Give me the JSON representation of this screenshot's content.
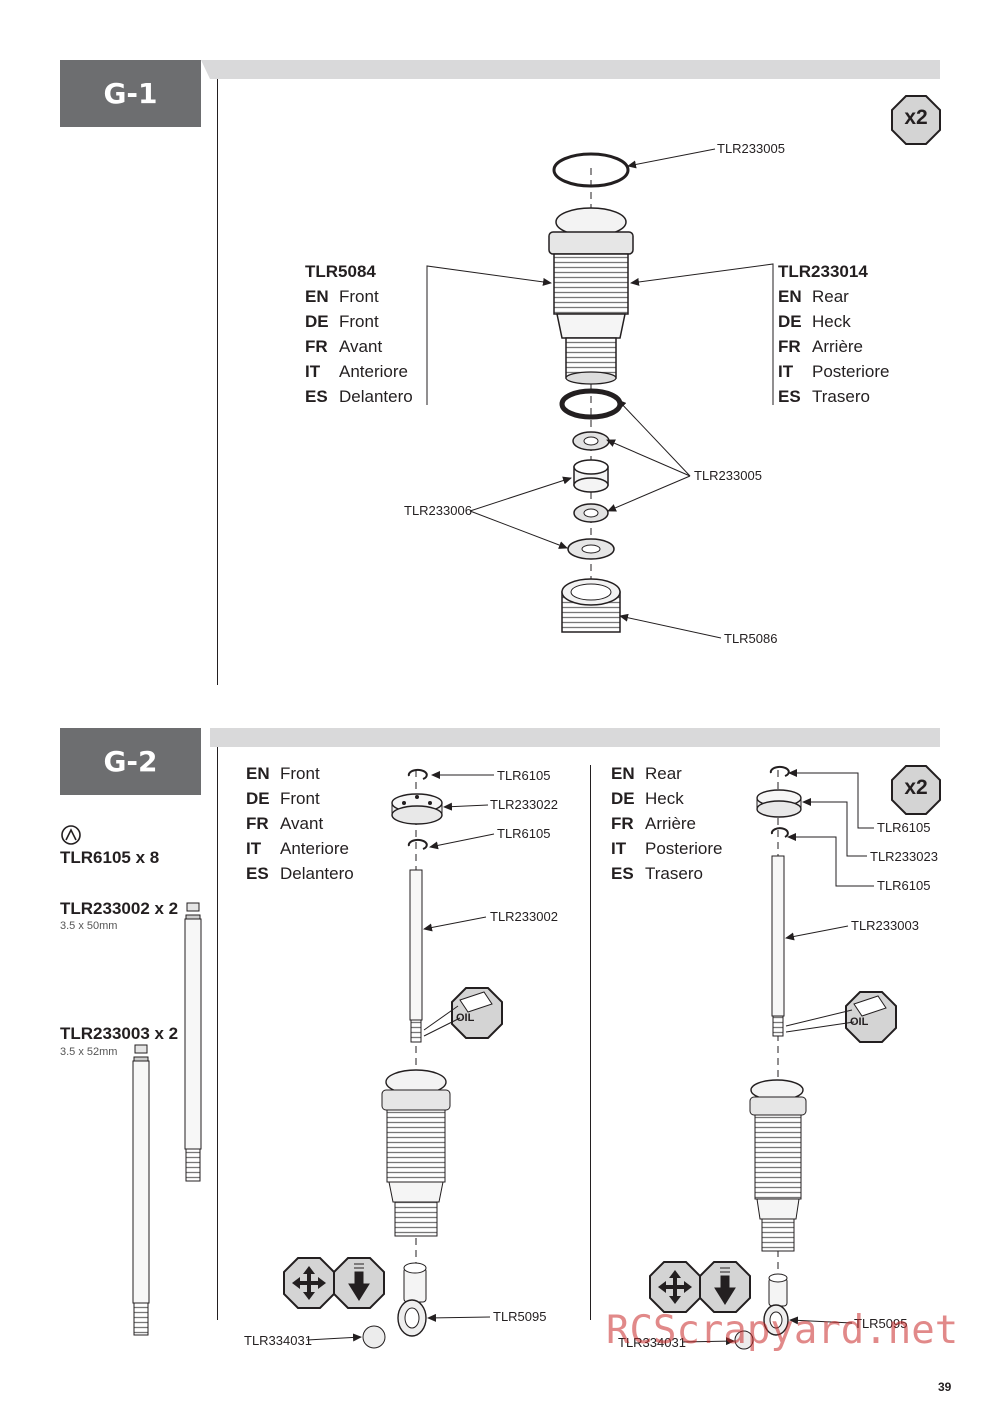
{
  "page_number": "39",
  "watermark": "RCScrapyard.net",
  "section_g1": {
    "step": "G-1",
    "quantity": "x2",
    "left_group": {
      "part": "TLR5084",
      "rows": [
        {
          "code": "EN",
          "text": "Front"
        },
        {
          "code": "DE",
          "text": "Front"
        },
        {
          "code": "FR",
          "text": "Avant"
        },
        {
          "code": "IT",
          "text": "Anteriore"
        },
        {
          "code": "ES",
          "text": "Delantero"
        }
      ]
    },
    "right_group": {
      "part": "TLR233014",
      "rows": [
        {
          "code": "EN",
          "text": "Rear"
        },
        {
          "code": "DE",
          "text": "Heck"
        },
        {
          "code": "FR",
          "text": "Arrière"
        },
        {
          "code": "IT",
          "text": "Posteriore"
        },
        {
          "code": "ES",
          "text": "Trasero"
        }
      ]
    },
    "callouts": {
      "top_oring": "TLR233005",
      "orings": "TLR233005",
      "spacers": "TLR233006",
      "cap": "TLR5086"
    }
  },
  "section_g2": {
    "step": "G-2",
    "quantity": "x2",
    "kit": [
      {
        "name": "TLR6105 x 8",
        "dim": "",
        "icon": "e-clip-icon"
      },
      {
        "name": "TLR233002 x 2",
        "dim": "3.5 x 50mm"
      },
      {
        "name": "TLR233003 x 2",
        "dim": "3.5 x 52mm"
      }
    ],
    "front": {
      "rows": [
        {
          "code": "EN",
          "text": "Front"
        },
        {
          "code": "DE",
          "text": "Front"
        },
        {
          "code": "FR",
          "text": "Avant"
        },
        {
          "code": "IT",
          "text": "Anteriore"
        },
        {
          "code": "ES",
          "text": "Delantero"
        }
      ],
      "callouts": {
        "clip_top": "TLR6105",
        "piston": "TLR233022",
        "clip_bottom": "TLR6105",
        "shaft": "TLR233002",
        "rod_end": "TLR5095",
        "ball": "TLR334031"
      },
      "oil_label": "OIL"
    },
    "rear": {
      "rows": [
        {
          "code": "EN",
          "text": "Rear"
        },
        {
          "code": "DE",
          "text": "Heck"
        },
        {
          "code": "FR",
          "text": "Arrière"
        },
        {
          "code": "IT",
          "text": "Posteriore"
        },
        {
          "code": "ES",
          "text": "Trasero"
        }
      ],
      "callouts": {
        "clip_top": "TLR6105",
        "piston": "TLR233023",
        "clip_bottom": "TLR6105",
        "shaft": "TLR233003",
        "rod_end": "TLR5095",
        "ball": "TLR334031"
      },
      "oil_label": "OIL"
    }
  }
}
